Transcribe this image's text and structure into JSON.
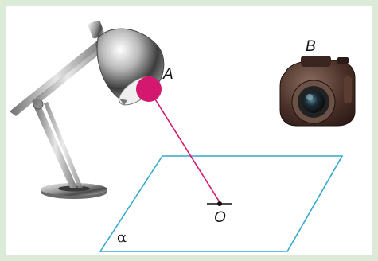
{
  "labels": {
    "point_a": "A",
    "point_b": "B",
    "point_o": "O",
    "plane": "α"
  },
  "colors": {
    "background_frame": "#dcebd8",
    "plane_outline": "#35a9cf",
    "ray": "#d4186f",
    "light_source": "#d4186f",
    "text": "#111111"
  },
  "icons": {
    "lamp": "desk-lamp-icon",
    "camera": "camera-icon"
  }
}
